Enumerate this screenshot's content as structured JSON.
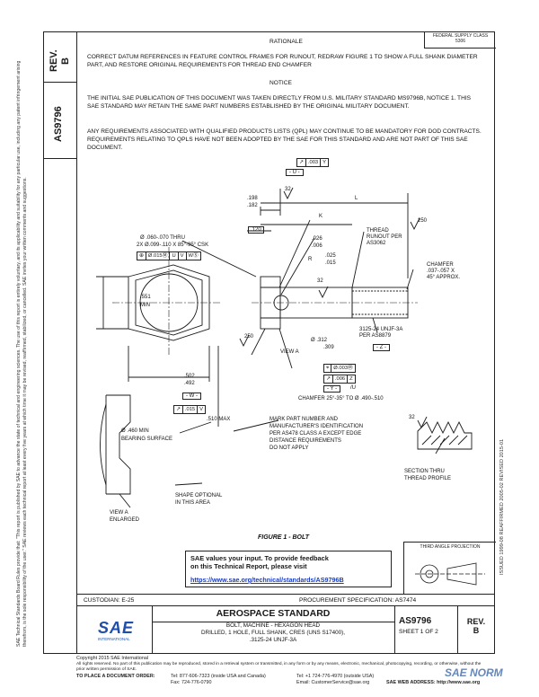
{
  "header": {
    "rev_label_top": "REV.",
    "rev_label_bottom": "B",
    "doc_number_vertical": "AS9796",
    "federal_supply": "FEDERAL SUPPLY CLASS",
    "federal_supply_code": "5306"
  },
  "rationale": {
    "heading": "RATIONALE",
    "text": "CORRECT DATUM REFERENCES IN FEATURE CONTROL FRAMES FOR RUNOUT, REDRAW FIGURE 1 TO SHOW A FULL SHANK DIAMETER PART, AND RESTORE ORIGINAL REQUIREMENTS FOR THREAD END CHAMFER"
  },
  "notice": {
    "heading": "NOTICE",
    "para1": "THE INITIAL SAE PUBLICATION OF THIS DOCUMENT WAS TAKEN DIRECTLY FROM U.S. MILITARY STANDARD MS9796B, NOTICE 1. THIS SAE STANDARD MAY RETAIN THE SAME PART NUMBERS ESTABLISHED BY THE ORIGINAL MILITARY DOCUMENT.",
    "para2": "ANY REQUIREMENTS ASSOCIATED WITH QUALIFIED PRODUCTS LISTS (QPL) MAY CONTINUE TO BE MANDATORY FOR DOD CONTRACTS. REQUIREMENTS RELATING TO QPLS HAVE NOT BEEN ADOPTED BY THE SAE FOR THIS STANDARD AND ARE NOT PART OF THIS SAE DOCUMENT."
  },
  "drawing": {
    "runout_frame": [
      "↗",
      ".003",
      "Y"
    ],
    "datum_u": "- U -",
    "finish_32a": "32",
    "finish_32b": "32",
    "finish_32c": "32",
    "finish_250a": "250",
    "finish_250b": "250",
    "dim_198": ".198",
    "dim_182": ".182",
    "dim_k": "K",
    "dim_l": "L",
    "dim_120": ".120",
    "drill_note_1": "Ø .060-.070 THRU",
    "drill_note_2": "2X Ø.099-.110 X 85°-95° CSK",
    "drill_frame": [
      "⊕",
      "Ø.015Ⓜ",
      "U",
      "V",
      "WⓈ"
    ],
    "dim_026": ".026",
    "dim_006": ".006",
    "dim_r": "R",
    "dim_025": ".025",
    "dim_015": ".015",
    "thread_runout": "THREAD\nRUNOUT PER\nAS3062",
    "chamfer_note": "CHAMFER\n.037-.057 X\n45° APPROX.",
    "dim_551": ".551",
    "dim_min": "MIN",
    "thread_note": "3125-24 UNJF-3A\nPER AS8879",
    "datum_z": "- Z -",
    "dim_312": "Ø .312",
    "dim_309": ".309",
    "view_a": "VIEW A",
    "dim_502": ".502",
    "dim_492": ".492",
    "datum_w": "- W -",
    "datum_v_frame": [
      "↗",
      ".015",
      "V"
    ],
    "perp_frame": [
      "⌖",
      "Ø.003Ⓜ"
    ],
    "runout2_frame": [
      "↗",
      ".006",
      "Z"
    ],
    "datum_y": "- Y -",
    "datum_y_tail": "/U",
    "chamfer_head": "CHAMFER 25°-35° TO Ø .490-.510",
    "dim_510": ".510 MAX",
    "bearing_1": "Ø .460 MIN",
    "bearing_2": "BEARING SURFACE",
    "mark_note": "MARK PART NUMBER AND\nMANUFACTURER'S IDENTIFICATION\nPER AS478 CLASS A EXCEPT EDGE\nDISTANCE REQUIREMENTS\nDO NOT APPLY",
    "shape_optional": "SHAPE OPTIONAL\nIN THIS AREA",
    "view_a_enlarged": "VIEW A\nENLARGED",
    "section_thru": "SECTION THRU\nTHREAD PROFILE",
    "figure_caption": "FIGURE 1 - BOLT"
  },
  "feedback": {
    "line1": "SAE values your input. To provide feedback",
    "line2": "on this Technical Report, please visit",
    "url": "https://www.sae.org/technical/standards/AS9796B"
  },
  "projection": {
    "label": "THIRD ANGLE PROJECTION"
  },
  "title_block": {
    "custodian": "CUSTODIAN: E-25",
    "procurement": "PROCUREMENT SPECIFICATION: AS7474",
    "heading": "AEROSPACE STANDARD",
    "title_line1": "BOLT, MACHINE - HEXAGON HEAD",
    "title_line2": "DRILLED, 1 HOLE, FULL SHANK, CRES (UNS S17400),",
    "title_line3": ".3125-24 UNJF-3A",
    "doc_number": "AS9796",
    "sheet": "SHEET 1 OF 2",
    "rev_label": "REV.",
    "rev_value": "B",
    "sae_logo": "SAE",
    "sae_sub": "INTERNATIONAL"
  },
  "right_margin": "ISSUED 1999-08    REAFFIRMED 2005-02    REVISED 2015-01",
  "left_margin": "SAE Technical Standards Board Rules provide that: \"This report is published by SAE to advance the state of technical and engineering sciences. The use of this report is entirely voluntary, and its applicability and suitability for any particular use, including any patent infringement arising therefrom, is the sole responsibility of the user.\" SAE reviews each technical report at least every five years at which time it may be revised, reaffirmed, stabilized, or cancelled. SAE invites your written comments and suggestions.",
  "footer": {
    "copyright": "Copyright 2015 SAE International",
    "rights": "All rights reserved. No part of this publication may be reproduced, stored in a retrieval system or transmitted, in any form or by any means, electronic, mechanical, photocopying, recording, or otherwise, without the prior written permission of SAE.",
    "order_label": "TO PLACE A DOCUMENT ORDER:",
    "tel": "Tel: 877-606-7323 (inside USA and Canada)",
    "tel2": "Tel: +1 724-776-4970 (outside USA)",
    "fax": "Fax: 724-776-0790",
    "email": "Email: CustomerService@sae.org",
    "web": "SAE WEB ADDRESS: http://www.sae.org",
    "watermark": "SAE NORM"
  },
  "colors": {
    "ink": "#1a1a1a",
    "link": "#1a3dbf",
    "logo": "#1f4fa8"
  }
}
